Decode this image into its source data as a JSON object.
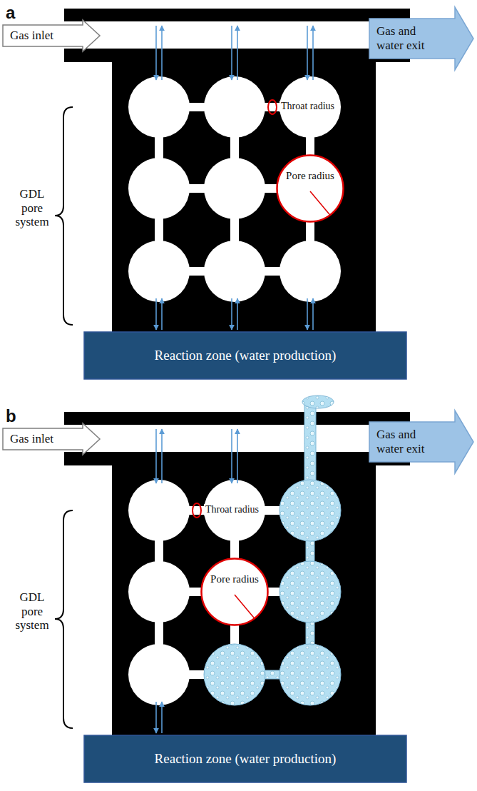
{
  "diagram": {
    "nodes": [
      {
        "text": [
          "Gas inlet"
        ]
      },
      {
        "text": [
          "Gas and water exit"
        ]
      },
      {
        "text": [
          "Pore radius"
        ]
      },
      {
        "text": [
          "Reaction zone (water production)"
        ]
      },
      {
        "text": [
          "Gas inlet"
        ]
      },
      {
        "text": [
          "Gas and water exit"
        ]
      },
      {
        "text": [
          "Pore radius"
        ]
      },
      {
        "text": [
          "Reaction zone (water production)"
        ]
      }
    ],
    "labels": [
      "a",
      "GDL pore system",
      "Throat radius",
      "b",
      "GDL pore system",
      "Throat radius"
    ]
  }
}
